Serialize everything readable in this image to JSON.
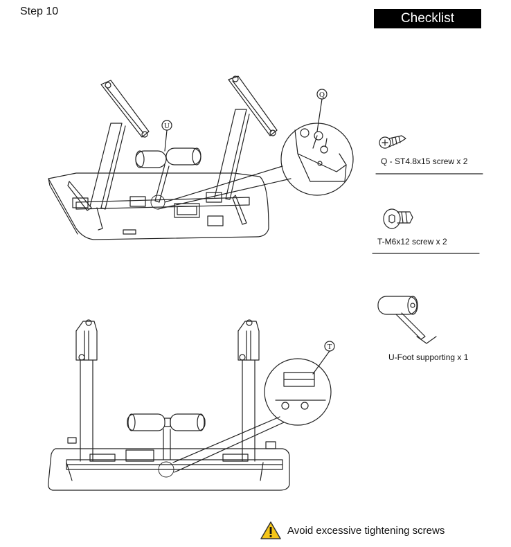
{
  "step": {
    "title": "Step  10"
  },
  "checklist": {
    "header": "Checklist",
    "items": [
      {
        "label": "Q - ST4.8x15 screw x 2",
        "icon": "wood-screw-icon"
      },
      {
        "label": "T-M6x12 screw x 2",
        "icon": "hex-socket-bolt-icon"
      },
      {
        "label": "U-Foot supporting x 1",
        "icon": "foot-support-icon"
      }
    ]
  },
  "callouts": {
    "upper_part": "U",
    "upper_screw": "Q",
    "lower_screw": "T"
  },
  "warning": {
    "text": "Avoid excessive tightening screws",
    "icon": "warning-triangle-icon"
  }
}
